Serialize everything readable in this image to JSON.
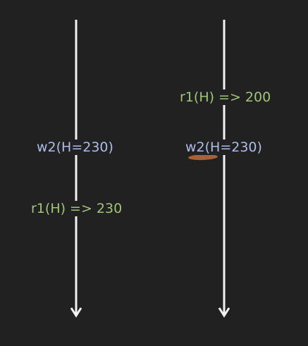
{
  "timelines": {
    "left": {
      "events": [
        {
          "text": "w2(H=230)",
          "kind": "write"
        },
        {
          "text": "r1(H) => 230",
          "kind": "read"
        }
      ]
    },
    "right": {
      "events": [
        {
          "text": "r1(H) => 200",
          "kind": "read"
        },
        {
          "text": "w2(H=230)",
          "kind": "write"
        }
      ]
    }
  },
  "colors": {
    "background": "#212121",
    "line": "#f2f2f2",
    "write_text": "#aebde8",
    "read_text": "#9fc47a",
    "annotation": "#a8623a"
  }
}
